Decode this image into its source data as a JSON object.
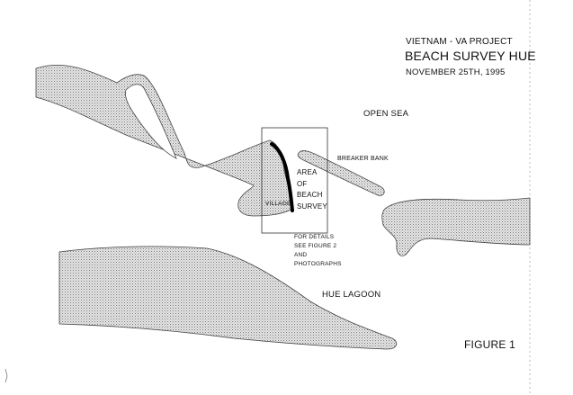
{
  "title": {
    "project": "VIETNAM - VA PROJECT",
    "main": "BEACH  SURVEY  HUE",
    "date": "NOVEMBER 25TH, 1995"
  },
  "labels": {
    "open_sea": "OPEN SEA",
    "breaker_bank": "BREAKER BANK",
    "area_lines": [
      "AREA",
      "OF",
      "BEACH",
      "SURVEY"
    ],
    "village": "VILLAGE",
    "details_lines": [
      "FOR DETAILS",
      "SEE FIGURE 2",
      "AND",
      "PHOTOGRAPHS"
    ],
    "lagoon": "HUE LAGOON",
    "figure": "FIGURE 1"
  },
  "colors": {
    "land_fill": "#c8c8c8",
    "outline": "#333333",
    "beach": "#000000"
  }
}
